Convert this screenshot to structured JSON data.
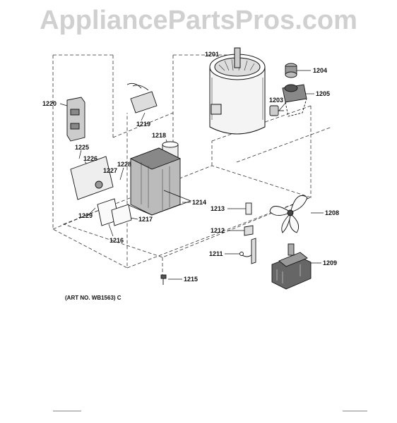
{
  "watermark": "AppliancePartsPros.com",
  "art_number": "(ART NO. WB1563) C",
  "parts": {
    "p1201": "1201",
    "p1203": "1203",
    "p1204": "1204",
    "p1205": "1205",
    "p1208": "1208",
    "p1209": "1209",
    "p1211": "1211",
    "p1212": "1212",
    "p1213": "1213",
    "p1214": "1214",
    "p1215": "1215",
    "p1216": "1216",
    "p1217": "1217",
    "p1218": "1218",
    "p1219": "1219",
    "p1220": "1220",
    "p1225": "1225",
    "p1226": "1226",
    "p1227": "1227",
    "p1228": "1228",
    "p1229": "1229"
  }
}
